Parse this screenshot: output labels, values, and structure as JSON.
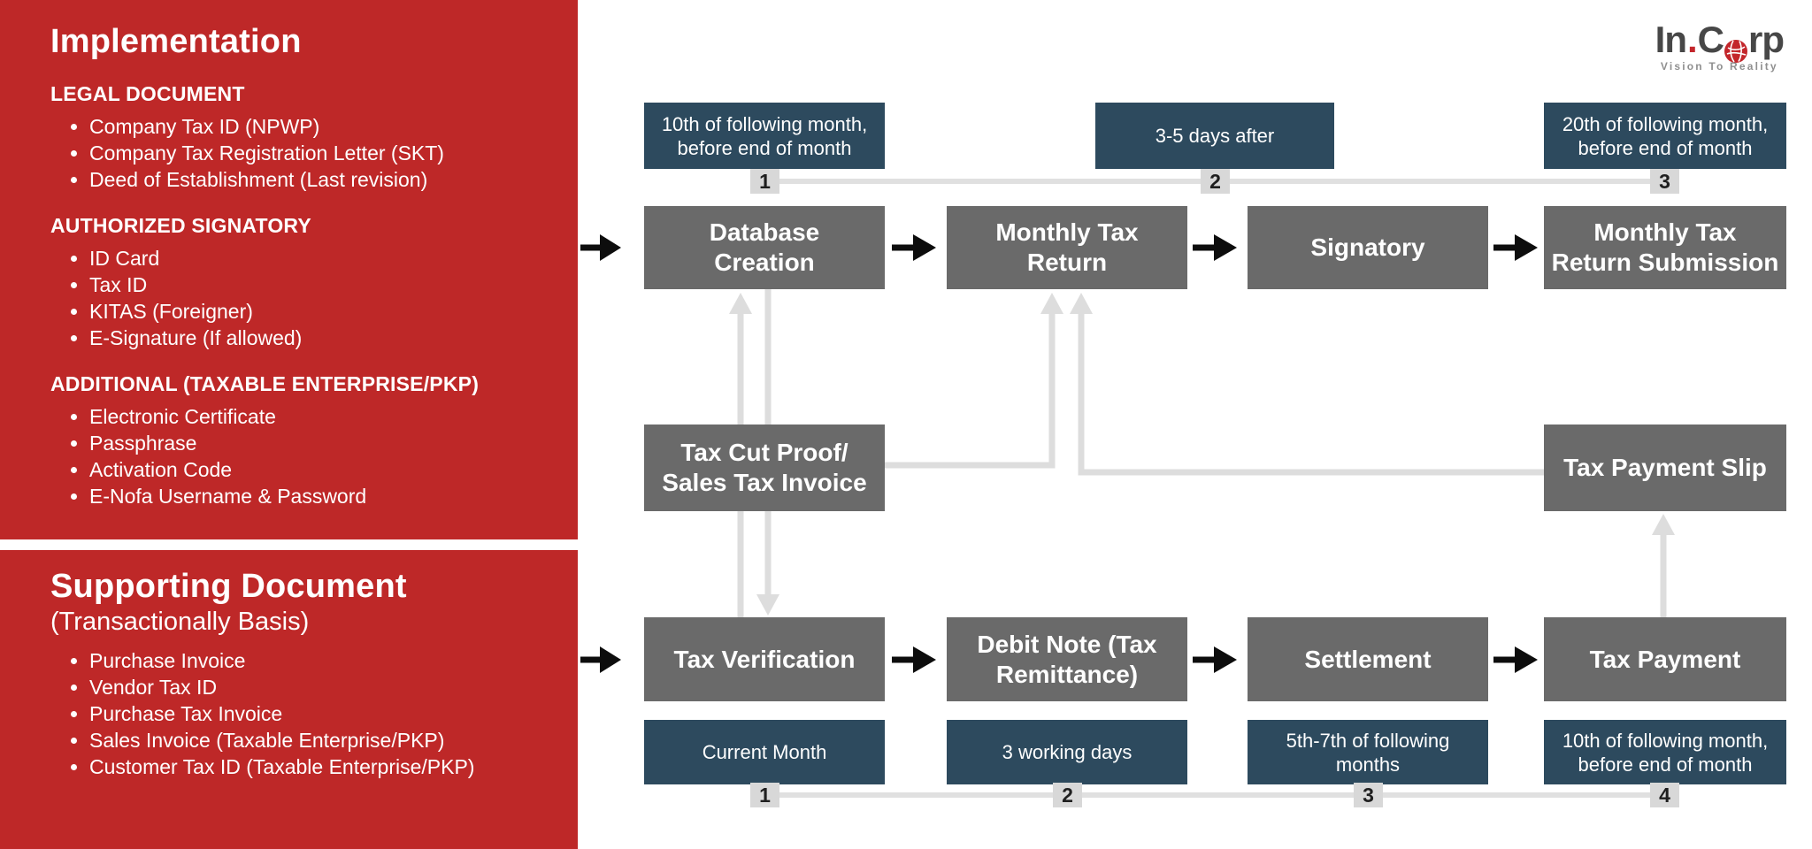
{
  "colors": {
    "sidebar_red": "#BE2828",
    "navy_box": "#2D4A5E",
    "gray_box": "#6A6A6A",
    "light_line": "#DDDDDD",
    "badge_bg": "#D8D8D8",
    "black_arrow": "#0d0d0d",
    "logo_dark": "#474747",
    "logo_red": "#C3262B"
  },
  "sidebar": {
    "implementation": {
      "title": "Implementation",
      "groups": [
        {
          "heading": "LEGAL DOCUMENT",
          "items": [
            "Company Tax ID (NPWP)",
            "Company Tax Registration Letter (SKT)",
            "Deed of Establishment (Last revision)"
          ]
        },
        {
          "heading": "AUTHORIZED SIGNATORY",
          "items": [
            "ID Card",
            "Tax ID",
            "KITAS (Foreigner)",
            "E-Signature (If allowed)"
          ]
        },
        {
          "heading": "ADDITIONAL (TAXABLE ENTERPRISE/PKP)",
          "items": [
            "Electronic Certificate",
            "Passphrase",
            "Activation Code",
            "E-Nofa Username & Password"
          ]
        }
      ]
    },
    "supporting": {
      "title": "Supporting Document",
      "subtitle": "(Transactionally Basis)",
      "items": [
        "Purchase Invoice",
        "Vendor Tax ID",
        "Purchase Tax Invoice",
        "Sales Invoice (Taxable Enterprise/PKP)",
        "Customer Tax ID (Taxable Enterprise/PKP)"
      ]
    }
  },
  "logo": {
    "part1": "In",
    "dot": ".",
    "part2": "C",
    "part3": "rp",
    "tagline": "Vision To Reality"
  },
  "flow": {
    "top_timing": [
      {
        "label": "10th of following month,\nbefore end of month",
        "badge": "1"
      },
      {
        "label": "3-5 days after",
        "badge": "2"
      },
      {
        "label": "20th of following month,\nbefore end of month",
        "badge": "3"
      }
    ],
    "top_steps": [
      {
        "label": "Database\nCreation"
      },
      {
        "label": "Monthly Tax\nReturn"
      },
      {
        "label": "Signatory"
      },
      {
        "label": "Monthly Tax\nReturn Submission"
      }
    ],
    "middle_steps": [
      {
        "label": "Tax Cut Proof/\nSales Tax Invoice"
      },
      {
        "label": "Tax Payment Slip"
      }
    ],
    "bottom_steps": [
      {
        "label": "Tax Verification"
      },
      {
        "label": "Debit Note (Tax\nRemittance)"
      },
      {
        "label": "Settlement"
      },
      {
        "label": "Tax Payment"
      }
    ],
    "bottom_timing": [
      {
        "label": "Current Month",
        "badge": "1"
      },
      {
        "label": "3 working days",
        "badge": "2"
      },
      {
        "label": "5th-7th of following\nmonths",
        "badge": "3"
      },
      {
        "label": "10th of following month,\nbefore end of month",
        "badge": "4"
      }
    ]
  }
}
